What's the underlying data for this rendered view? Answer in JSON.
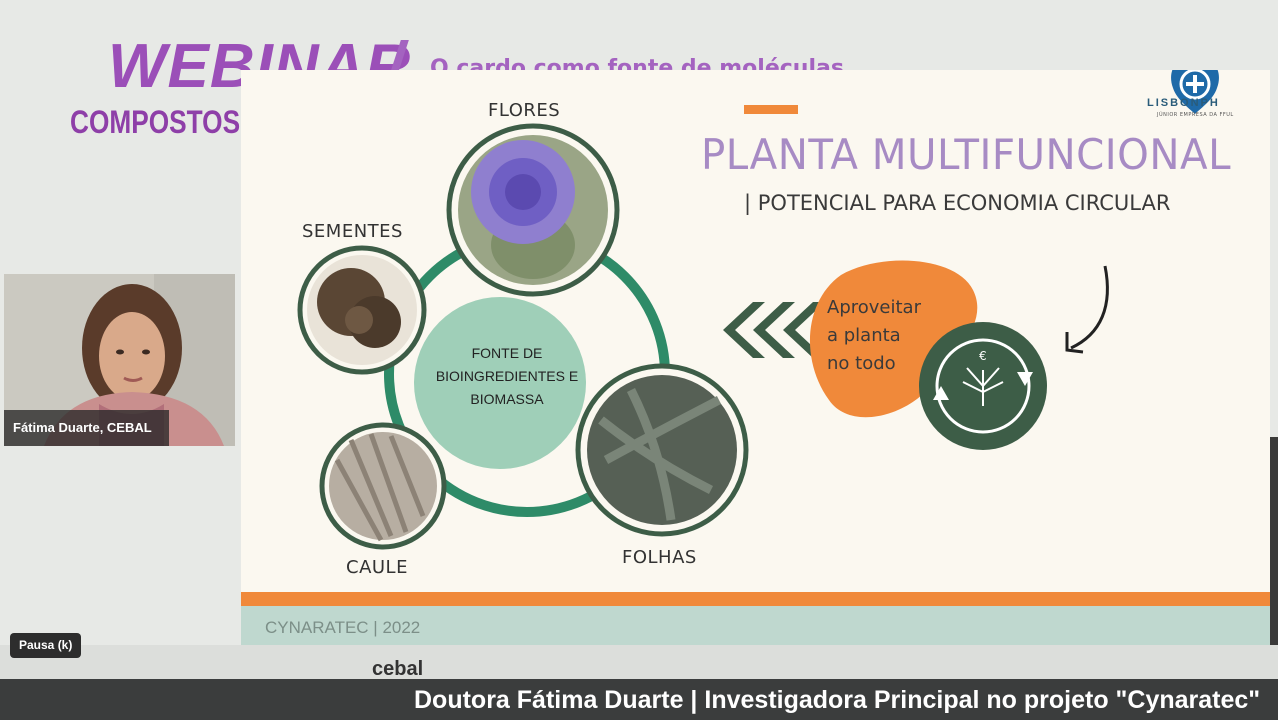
{
  "webinar": {
    "title": "WEBINAR",
    "subtitle_partial": "COMPOSTOS I",
    "topic_partial": "O cardo como fonte de moléculas"
  },
  "speaker": {
    "name": "Fátima Duarte, CEBAL"
  },
  "pause_badge": "Pausa (k)",
  "slide": {
    "brand": "LISBONPH",
    "brand_tagline": "JÚNIOR EMPRESA DA FFUL",
    "title": "PLANTA MULTIFUNCIONAL",
    "subtitle": "| POTENCIAL PARA ECONOMIA CIRCULAR",
    "center_lines": [
      "FONTE DE",
      "BIOINGREDIENTES E",
      "BIOMASSA"
    ],
    "parts": {
      "flores": "FLORES",
      "sementes": "SEMENTES",
      "caule": "CAULE",
      "folhas": "FOLHAS"
    },
    "blob_lines": [
      "Aproveitar",
      "a planta",
      "no todo"
    ],
    "credit": "CYNARATEC | 2022",
    "colors": {
      "title": "#a78bc4",
      "accent_orange": "#f0893a",
      "ring_green": "#2e8b68",
      "center_fill": "#9fcfb8",
      "badge_green": "#3d5d47"
    }
  },
  "footer_logos": {
    "cebal": "cebal"
  },
  "caption": "Doutora Fátima Duarte | Investigadora Principal no projeto \"Cynaratec\""
}
